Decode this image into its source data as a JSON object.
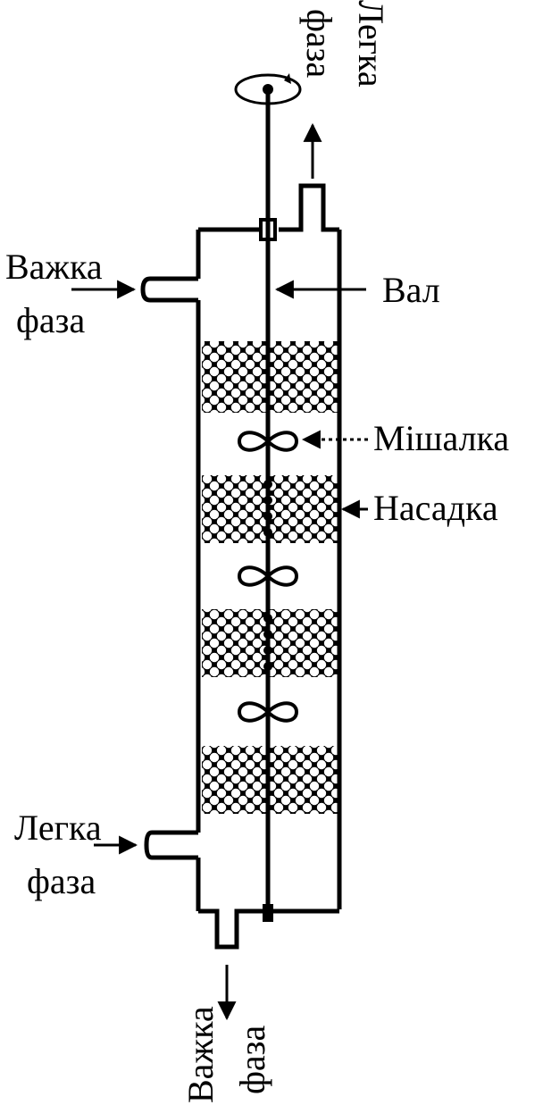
{
  "labels": {
    "heavy_phase_in_line1": "Важка",
    "heavy_phase_in_line2": "фаза",
    "light_phase_out_line1": "Легка",
    "light_phase_out_line2": "фаза",
    "shaft": "Вал",
    "mixer": "Мішалка",
    "packing": "Насадка",
    "light_phase_in_line1": "Легка",
    "light_phase_in_line2": "фаза",
    "heavy_phase_out_line1": "Важка",
    "heavy_phase_out_line2": "фаза"
  },
  "colors": {
    "ink": "#000000",
    "paper": "#ffffff"
  }
}
